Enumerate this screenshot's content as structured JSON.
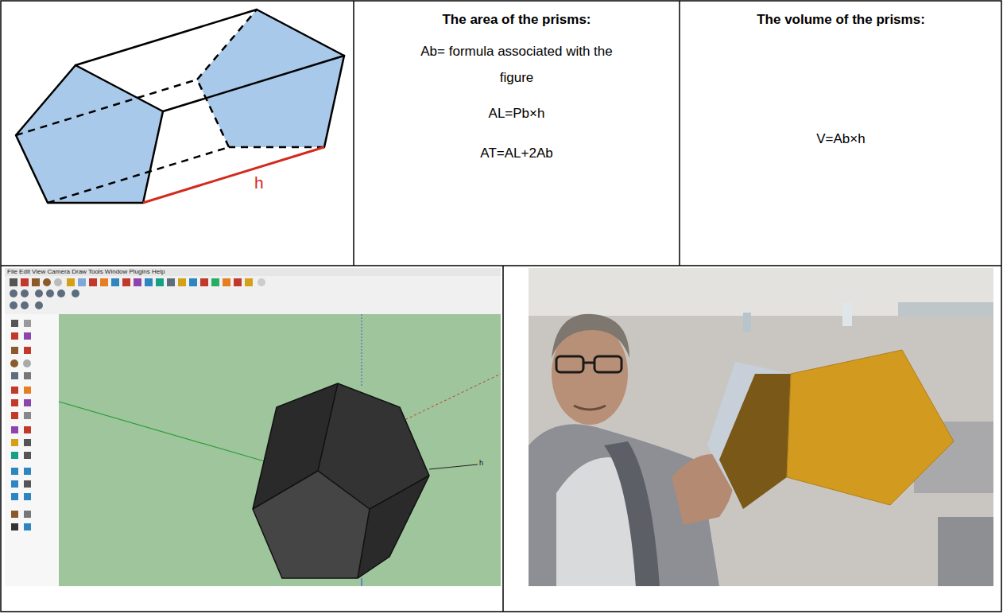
{
  "diagram": {
    "nodes": [
      {
        "text": [
          "The area of the prisms:",
          "Ab= formula associated with the figure",
          "AL=Pb×h",
          "AT=AL+2Ab"
        ]
      },
      {
        "text": [
          "The volume of the prisms:",
          "V=Ab×h"
        ]
      }
    ],
    "labels": [
      "h",
      "File Edit View Camera Draw Tools Window Plugins Help",
      "h"
    ]
  }
}
